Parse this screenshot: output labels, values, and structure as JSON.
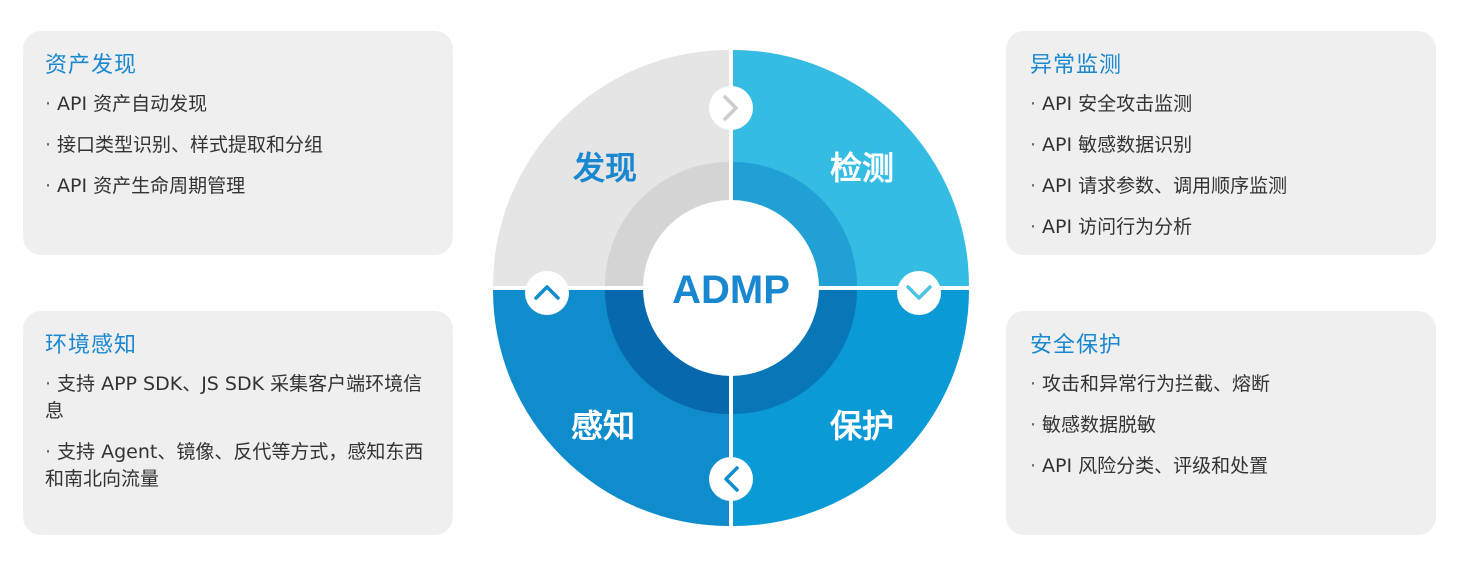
{
  "center_label": "ADMP",
  "quadrants": {
    "discover": "发现",
    "detect": "检测",
    "sense": "感知",
    "protect": "保护"
  },
  "colors": {
    "accent": "#1a88d0",
    "discover_outer": "#e5e5e5",
    "discover_inner": "#d4d4d4",
    "detect_outer": "#35bce3",
    "detect_inner": "#21a0d6",
    "sense_outer": "#0e8ccc",
    "sense_inner": "#0868ad",
    "protect_outer": "#0a9ad6",
    "protect_inner": "#0877b8"
  },
  "panels": {
    "asset_discovery": {
      "title": "资产发现",
      "items": [
        "API 资产自动发现",
        "接口类型识别、样式提取和分组",
        "API 资产生命周期管理"
      ]
    },
    "env_sensing": {
      "title": "环境感知",
      "items": [
        "支持 APP SDK、JS SDK 采集客户端环境信息",
        "支持 Agent、镜像、反代等方式，感知东西和南北向流量"
      ]
    },
    "anomaly_detection": {
      "title": "异常监测",
      "items": [
        "API 安全攻击监测",
        "API 敏感数据识别",
        "API 请求参数、调用顺序监测",
        "API 访问行为分析"
      ]
    },
    "security_protection": {
      "title": "安全保护",
      "items": [
        "攻击和异常行为拦截、熔断",
        "敏感数据脱敏",
        "API 风险分类、评级和处置"
      ]
    }
  }
}
